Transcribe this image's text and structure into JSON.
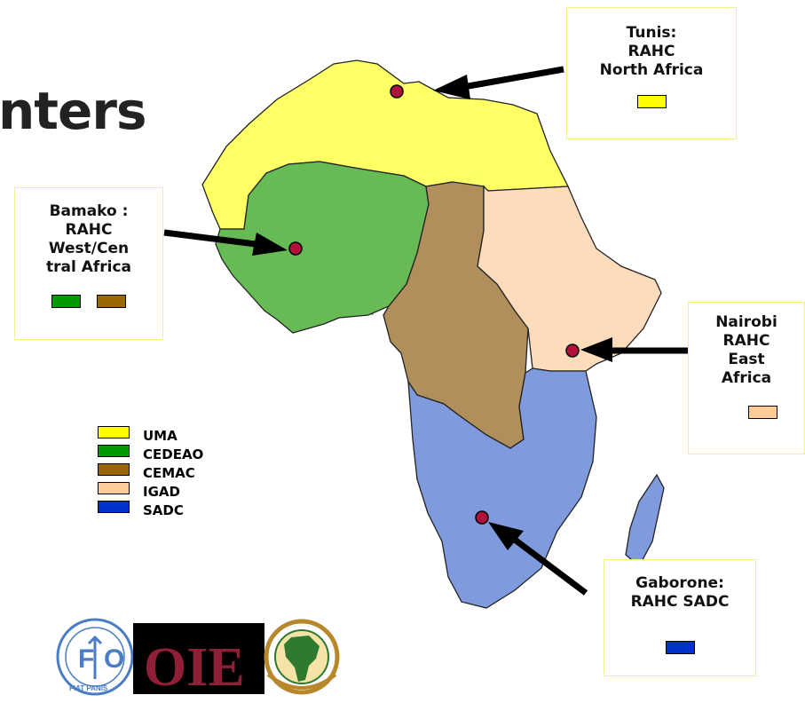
{
  "title": "nters",
  "colors": {
    "uma": "#ffff66",
    "cedeao": "#66bb55",
    "cemac": "#b08f5c",
    "igad": "#fddcbc",
    "sadc": "#7f9bde",
    "marker": "#b0103a",
    "callout_border": "#f2f08a"
  },
  "callouts": {
    "tunis": {
      "lines": [
        "Tunis:",
        "RAHC",
        "North Africa"
      ],
      "swatches": [
        "#ffff00"
      ]
    },
    "bamako": {
      "lines": [
        "Bamako :",
        "RAHC",
        "West/Cen",
        "tral Africa"
      ],
      "swatches": [
        "#009900",
        "#996600"
      ]
    },
    "nairobi": {
      "lines": [
        "Nairobi",
        "RAHC",
        "East",
        "Africa"
      ],
      "swatches": [
        "#ffcc99"
      ]
    },
    "gaborone": {
      "lines": [
        "Gaborone:",
        "RAHC SADC"
      ],
      "swatches": [
        "#0033cc"
      ]
    }
  },
  "legend": [
    {
      "label": "UMA",
      "color": "#ffff00"
    },
    {
      "label": "CEDEAO",
      "color": "#009900"
    },
    {
      "label": "CEMAC",
      "color": "#996600"
    },
    {
      "label": "IGAD",
      "color": "#ffcc99"
    },
    {
      "label": "SADC",
      "color": "#0033cc"
    }
  ],
  "logos": {
    "fao": {
      "text": "FIAT PANIS",
      "name": "fao-logo"
    },
    "oie": {
      "text": "OIE",
      "name": "oie-logo"
    },
    "au": {
      "name": "african-union-logo"
    }
  },
  "icons": [
    "arrow-icon",
    "location-marker-icon"
  ]
}
